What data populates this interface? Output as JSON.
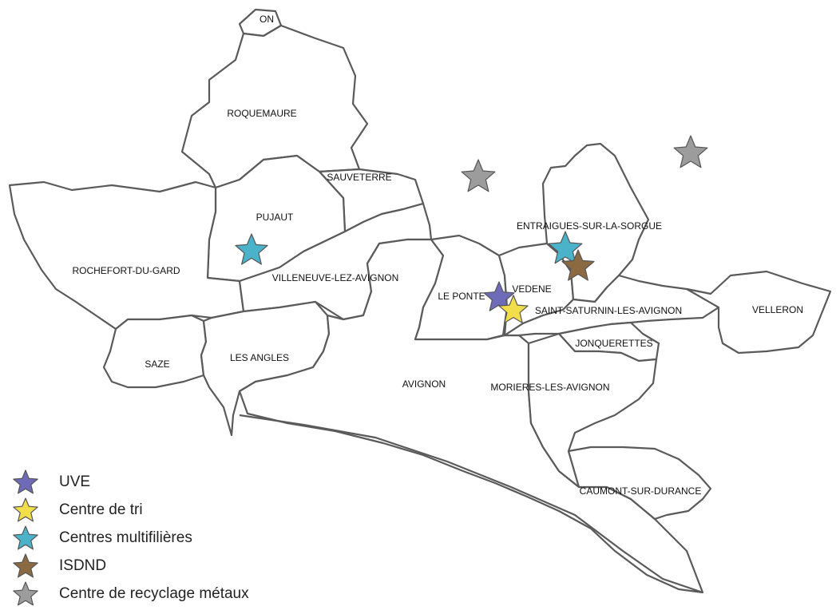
{
  "map": {
    "communes": [
      {
        "id": "on",
        "label": "ON"
      },
      {
        "id": "roquemaure",
        "label": "ROQUEMAURE"
      },
      {
        "id": "sauveterre",
        "label": "SAUVETERRE"
      },
      {
        "id": "pujaut",
        "label": "PUJAUT"
      },
      {
        "id": "rochefort-du-gard",
        "label": "ROCHEFORT-DU-GARD"
      },
      {
        "id": "villeneuve-lez-avignon",
        "label": "VILLENEUVE-LEZ-AVIGNON"
      },
      {
        "id": "saze",
        "label": "SAZE"
      },
      {
        "id": "les-angles",
        "label": "LES ANGLES"
      },
      {
        "id": "avignon",
        "label": "AVIGNON"
      },
      {
        "id": "le-pontet",
        "label": "LE PONTE"
      },
      {
        "id": "vedene",
        "label": "VEDENE"
      },
      {
        "id": "entraigues-sur-la-sorgue",
        "label": "ENTRAIGUES-SUR-LA-SORGUE"
      },
      {
        "id": "saint-saturnin-les-avignon",
        "label": "SAINT-SATURNIN-LES-AVIGNON"
      },
      {
        "id": "jonquerettes",
        "label": "JONQUERETTES"
      },
      {
        "id": "velleron",
        "label": "VELLERON"
      },
      {
        "id": "morieres-les-avignon",
        "label": "MORIERES-LES-AVIGNON"
      },
      {
        "id": "caumont-sur-durance",
        "label": "CAUMONT-SUR-DURANCE"
      }
    ]
  },
  "legend": {
    "items": [
      {
        "id": "uve",
        "label": "UVE",
        "color": "#6e6cb8"
      },
      {
        "id": "centre-de-tri",
        "label": "Centre de tri",
        "color": "#f2dd4a"
      },
      {
        "id": "centres-multifilieres",
        "label": "Centres multifilières",
        "color": "#4ab3c9"
      },
      {
        "id": "isdnd",
        "label": "ISDND",
        "color": "#8b6a42"
      },
      {
        "id": "centre-recyclage-metaux",
        "label": "Centre de recyclage métaux",
        "color": "#9c9c9c"
      }
    ]
  }
}
